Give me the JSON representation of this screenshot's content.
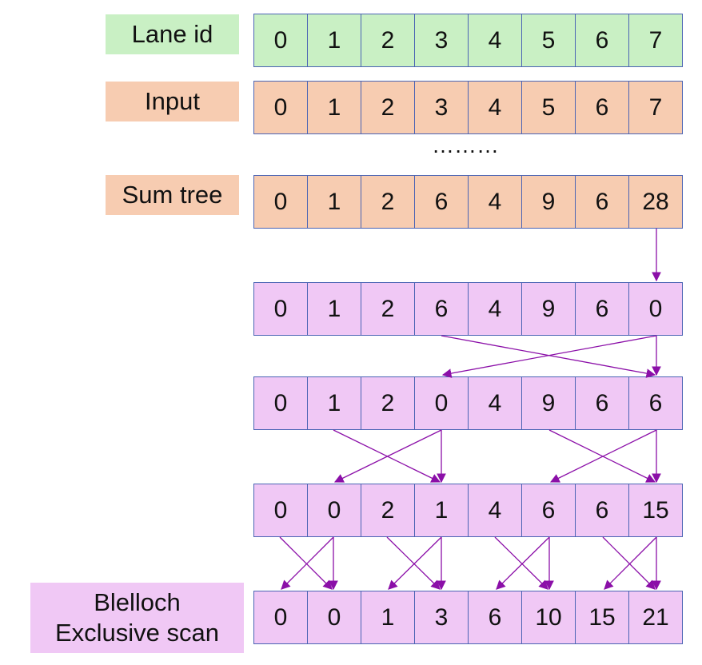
{
  "labels": {
    "lane_id": "Lane id",
    "input": "Input",
    "sum_tree": "Sum tree",
    "blelloch": "Blelloch\nExclusive scan"
  },
  "ellipsis": "………",
  "rows": [
    {
      "id": "lane-id-row",
      "cells": [
        "0",
        "1",
        "2",
        "3",
        "4",
        "5",
        "6",
        "7"
      ]
    },
    {
      "id": "input-row",
      "cells": [
        "0",
        "1",
        "2",
        "3",
        "4",
        "5",
        "6",
        "7"
      ]
    },
    {
      "id": "sum-tree-row",
      "cells": [
        "0",
        "1",
        "2",
        "6",
        "4",
        "9",
        "6",
        "28"
      ]
    },
    {
      "id": "clear-last-row",
      "cells": [
        "0",
        "1",
        "2",
        "6",
        "4",
        "9",
        "6",
        "0"
      ]
    },
    {
      "id": "down-sweep-1-row",
      "cells": [
        "0",
        "1",
        "2",
        "0",
        "4",
        "9",
        "6",
        "6"
      ]
    },
    {
      "id": "down-sweep-2-row",
      "cells": [
        "0",
        "0",
        "2",
        "1",
        "4",
        "6",
        "6",
        "15"
      ]
    },
    {
      "id": "exclusive-scan-row",
      "cells": [
        "0",
        "0",
        "1",
        "3",
        "6",
        "10",
        "15",
        "21"
      ]
    }
  ],
  "colors": {
    "green": "#c9f0c4",
    "orange": "#f7ccb1",
    "purple": "#f0c8f5",
    "cell_border": "#4b64b4",
    "arrow": "#8b0fa8"
  }
}
